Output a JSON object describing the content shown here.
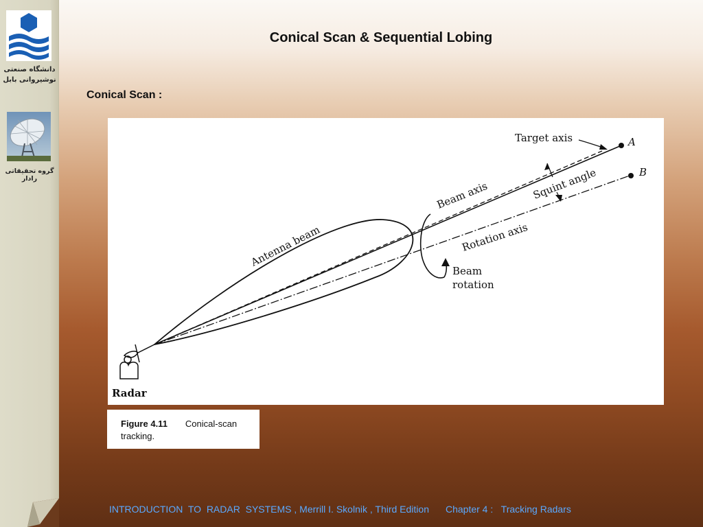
{
  "slide": {
    "title": "Conical Scan & Sequential Lobing",
    "section_heading": "Conical Scan :"
  },
  "sidebar": {
    "university_name_line1": "دانشگاه صنعتی",
    "university_name_line2": "نوشیروانی بابل",
    "group_name": "گروه تحقیقاتی رادار"
  },
  "figure": {
    "labels": {
      "target_axis": "Target axis",
      "point_a": "A",
      "point_b": "B",
      "beam_axis": "Beam axis",
      "squint_angle": "Squint angle",
      "antenna_beam": "Antenna beam",
      "rotation_axis": "Rotation axis",
      "beam_rotation_line1": "Beam",
      "beam_rotation_line2": "rotation",
      "radar": "Radar"
    },
    "caption_number": "Figure 4.11",
    "caption_text_line1": "Conical-scan",
    "caption_text_line2": "tracking."
  },
  "footer": {
    "reference": "INTRODUCTION  TO  RADAR  SYSTEMS , Merrill I. Skolnik , Third Edition",
    "chapter": "Chapter 4 :   Tracking Radars"
  },
  "colors": {
    "footer_text": "#5aa9ff",
    "logo_blue": "#1a5fb4"
  }
}
